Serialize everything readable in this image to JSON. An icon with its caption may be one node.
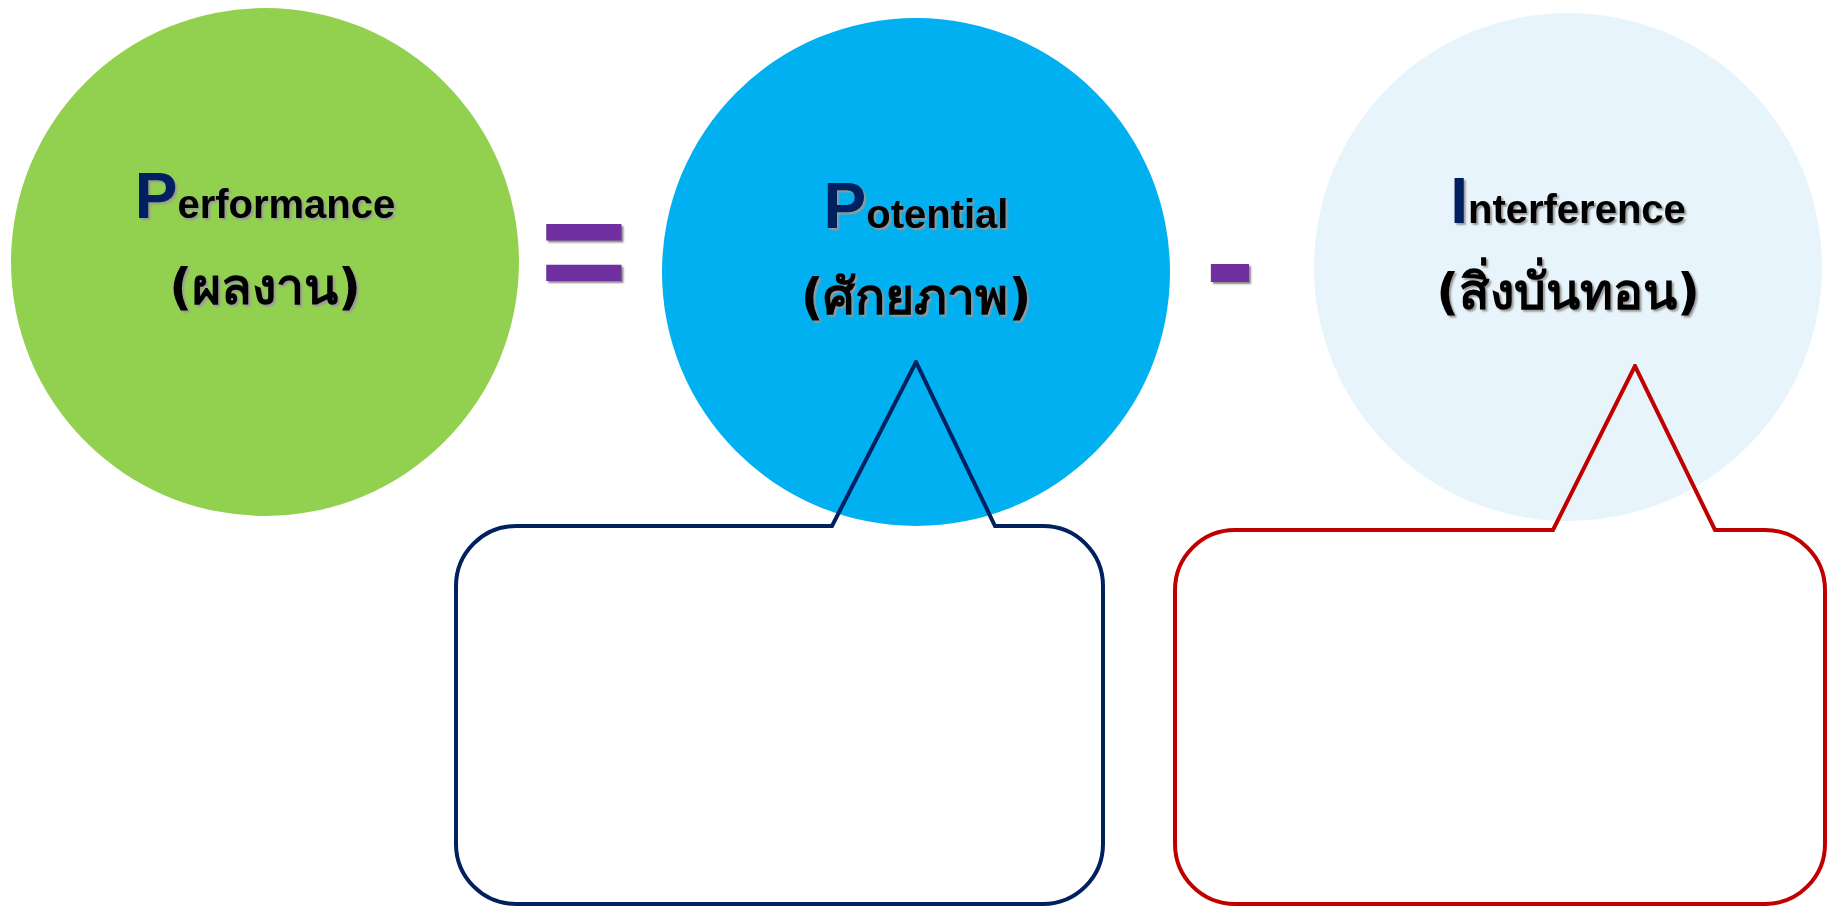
{
  "diagram": {
    "nodes": [
      {
        "text": [
          "Performance",
          "(ผลงาน)"
        ]
      },
      {
        "text": [
          "Potential",
          "(ศักยภาพ)"
        ]
      },
      {
        "text": [
          "Interference",
          "(สิ่งบั่นทอน)"
        ]
      },
      {
        "text": [],
        "shape": "box"
      },
      {
        "text": [],
        "shape": "box"
      }
    ],
    "edges": [],
    "labels": [
      "=",
      "-"
    ]
  }
}
